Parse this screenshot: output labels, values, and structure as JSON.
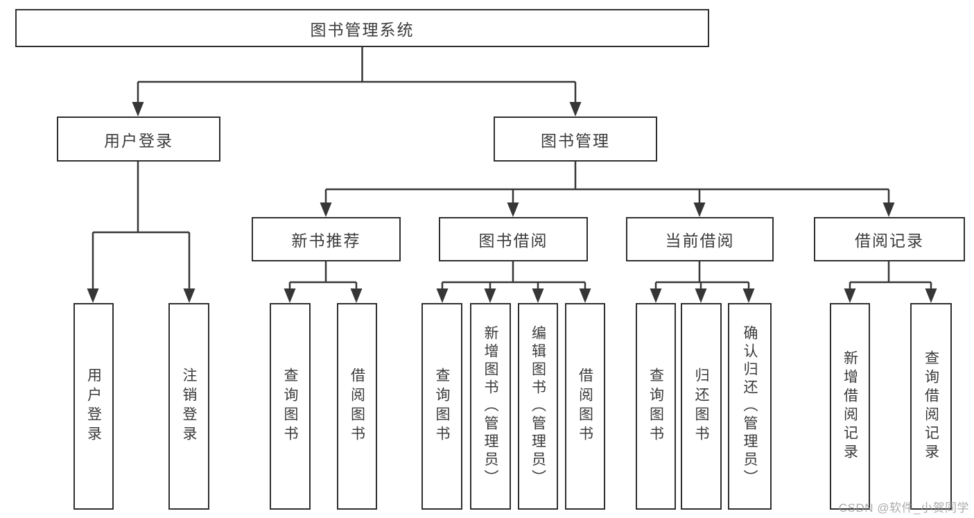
{
  "tree": {
    "label": "图书管理系统",
    "children": [
      {
        "label": "用户登录",
        "children": [
          {
            "label": "用户登录"
          },
          {
            "label": "注销登录"
          }
        ]
      },
      {
        "label": "图书管理",
        "children": [
          {
            "label": "新书推荐",
            "children": [
              {
                "label": "查询图书"
              },
              {
                "label": "借阅图书"
              }
            ]
          },
          {
            "label": "图书借阅",
            "children": [
              {
                "label": "查询图书"
              },
              {
                "label": "新增图书（管理员）"
              },
              {
                "label": "编辑图书（管理员）"
              },
              {
                "label": "借阅图书"
              }
            ]
          },
          {
            "label": "当前借阅",
            "children": [
              {
                "label": "查询图书"
              },
              {
                "label": "归还图书"
              },
              {
                "label": "确认归还（管理员）"
              }
            ]
          },
          {
            "label": "借阅记录",
            "children": [
              {
                "label": "新增借阅记录"
              },
              {
                "label": "查询借阅记录"
              }
            ]
          }
        ]
      }
    ]
  },
  "watermark": "CSDN @软件_小贺同学",
  "colors": {
    "background": "#ffffff",
    "line": "#363636",
    "box_border": "#2e2e2e",
    "text": "#3a3a3a",
    "watermark": "#969696"
  }
}
